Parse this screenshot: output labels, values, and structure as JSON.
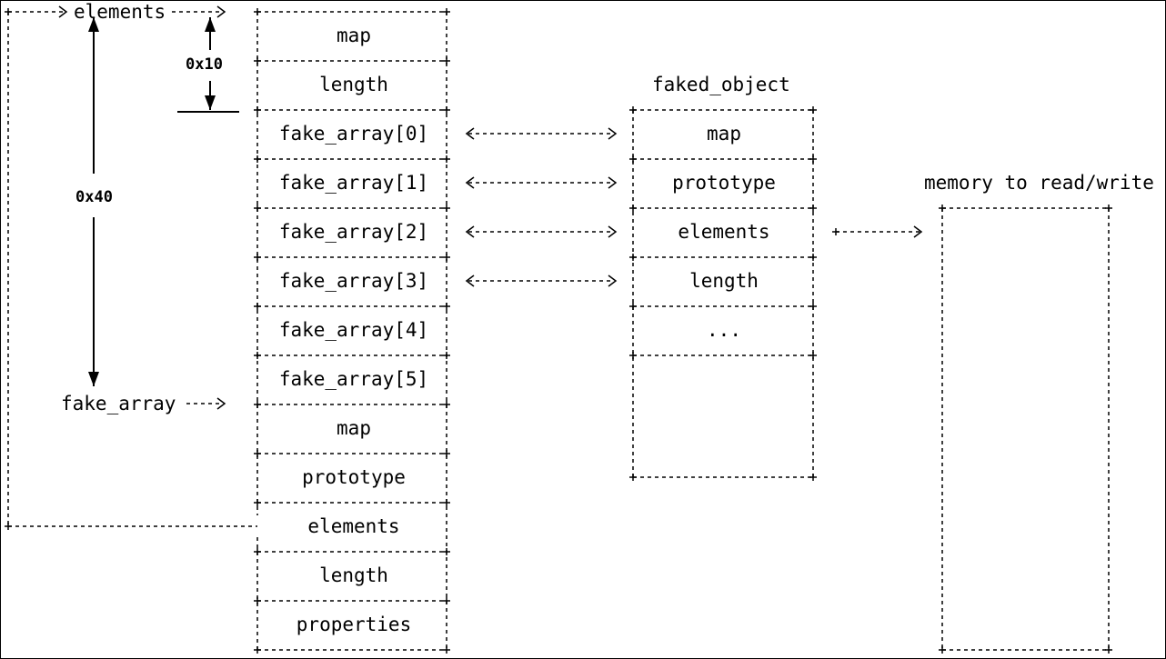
{
  "left_column": {
    "cells": [
      "map",
      "length",
      "fake_array[0]",
      "fake_array[1]",
      "fake_array[2]",
      "fake_array[3]",
      "fake_array[4]",
      "fake_array[5]",
      "map",
      "prototype",
      "elements",
      "length",
      "properties"
    ]
  },
  "faked_object": {
    "title": "faked_object",
    "cells": [
      "map",
      "prototype",
      "elements",
      "length",
      "..."
    ]
  },
  "memory": {
    "title": "memory to read/write"
  },
  "pointers": {
    "elements_label": "elements",
    "fake_array_label": "fake_array"
  },
  "offsets": {
    "small": "0x10",
    "large": "0x40"
  }
}
